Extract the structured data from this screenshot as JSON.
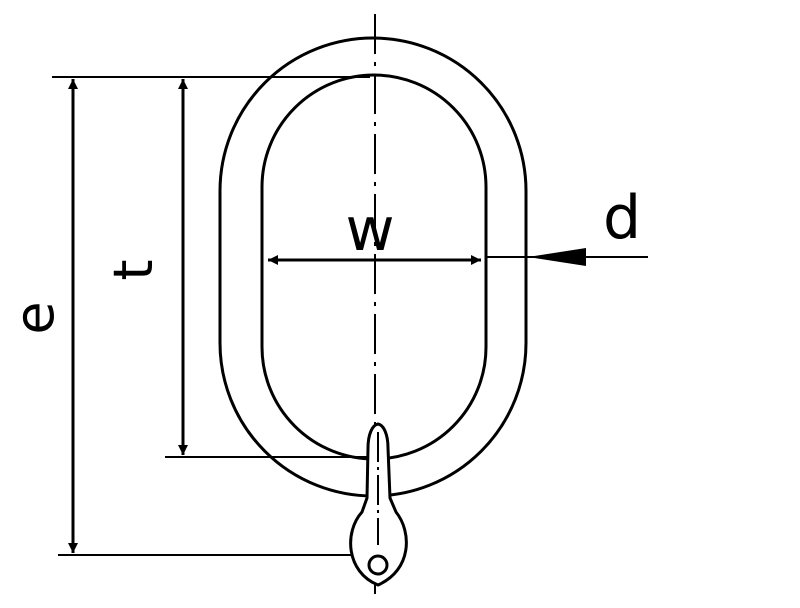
{
  "labels": {
    "outer_length": "e",
    "inner_length": "t",
    "inner_width": "w",
    "diameter": "d"
  },
  "colors": {
    "stroke": "#000000",
    "background": "#ffffff"
  }
}
